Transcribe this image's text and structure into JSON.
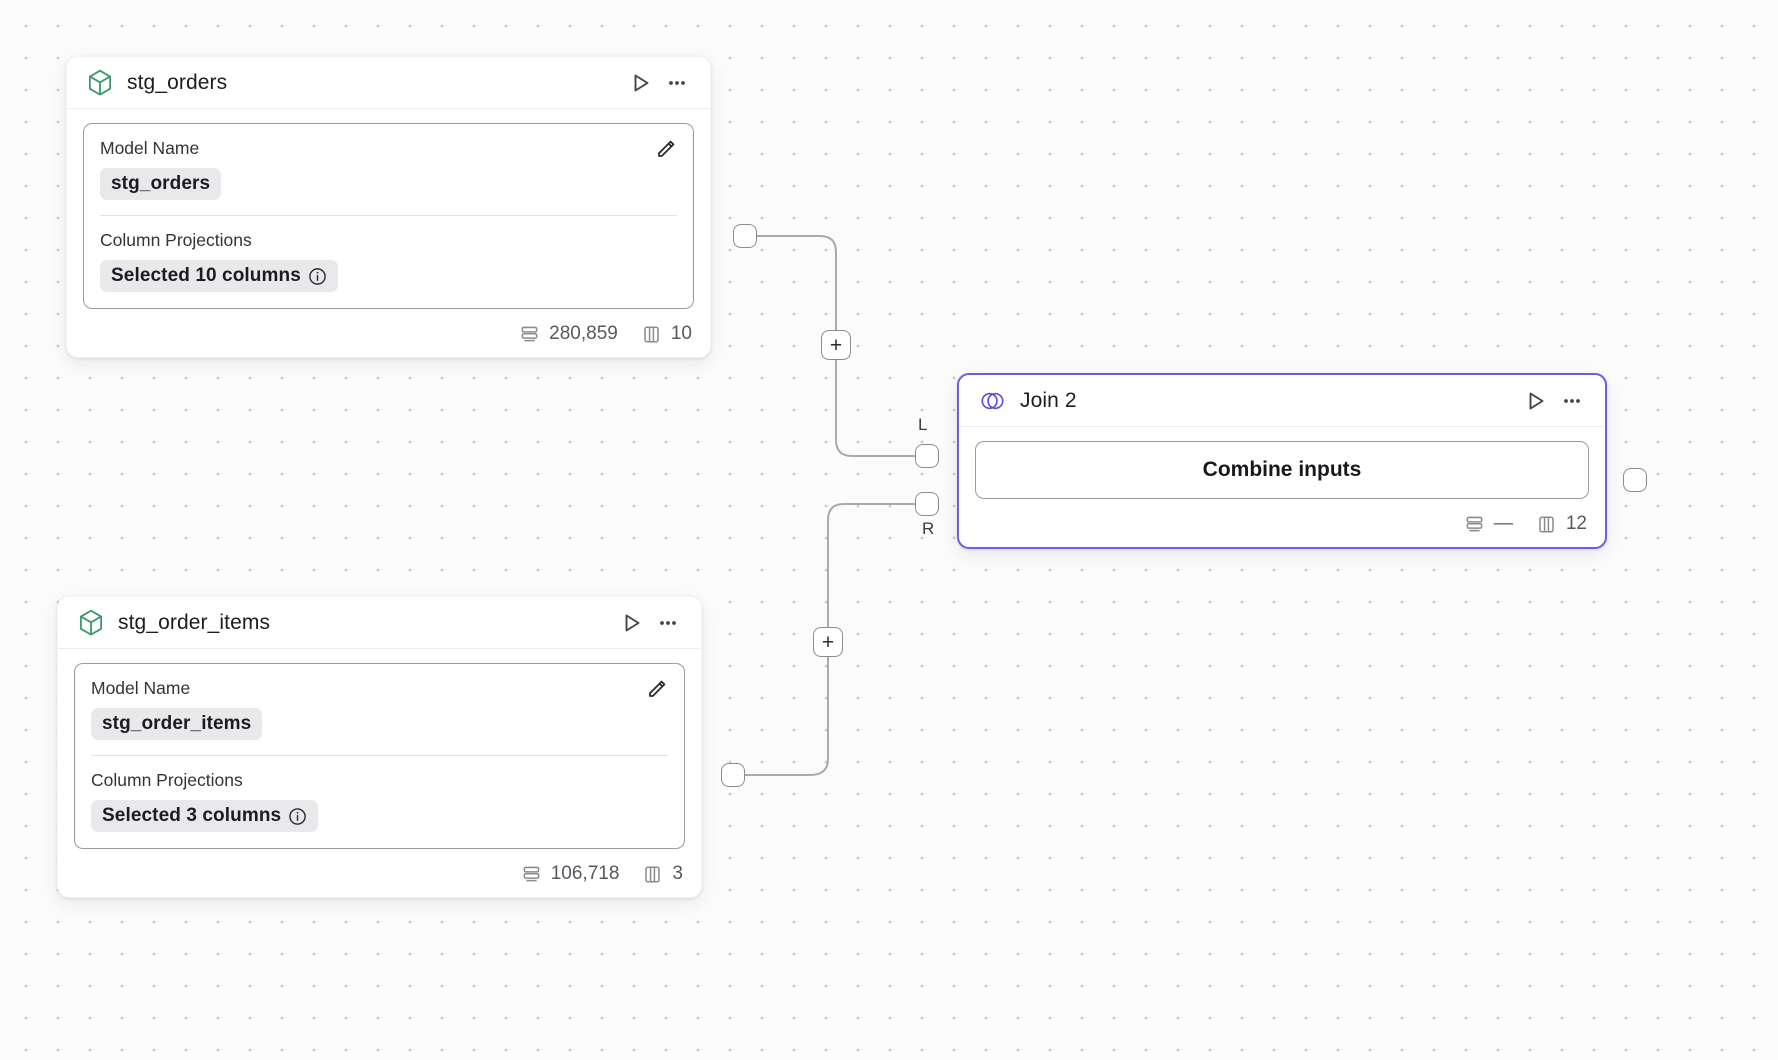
{
  "canvas": {
    "background_color": "#fbfbfb",
    "dot_color": "#c9c9cf",
    "accent_color": "#6c5ce7",
    "model_icon_color": "#3a9a6b"
  },
  "nodes": [
    {
      "id": "stg_orders",
      "icon": "cube-icon",
      "title": "stg_orders",
      "run_label": "▷",
      "menu_label": "•••",
      "fields": {
        "model_name_label": "Model Name",
        "model_name_value": "stg_orders",
        "column_projections_label": "Column Projections",
        "column_projections_value": "Selected 10 columns"
      },
      "footer": {
        "rows": "280,859",
        "columns": "10"
      }
    },
    {
      "id": "stg_order_items",
      "icon": "cube-icon",
      "title": "stg_order_items",
      "run_label": "▷",
      "menu_label": "•••",
      "fields": {
        "model_name_label": "Model Name",
        "model_name_value": "stg_order_items",
        "column_projections_label": "Column Projections",
        "column_projections_value": "Selected 3 columns"
      },
      "footer": {
        "rows": "106,718",
        "columns": "3"
      }
    },
    {
      "id": "join_2",
      "icon": "venn-icon",
      "title": "Join 2",
      "run_label": "▷",
      "menu_label": "•••",
      "action_label": "Combine inputs",
      "input_port_labels": [
        "L",
        "R"
      ],
      "footer": {
        "rows": "—",
        "columns": "12"
      },
      "selected": true
    }
  ],
  "edges": [
    {
      "id": "edge-orders-to-join-left",
      "plus_label": "+"
    },
    {
      "id": "edge-order-items-to-join-right",
      "plus_label": "+"
    }
  ]
}
